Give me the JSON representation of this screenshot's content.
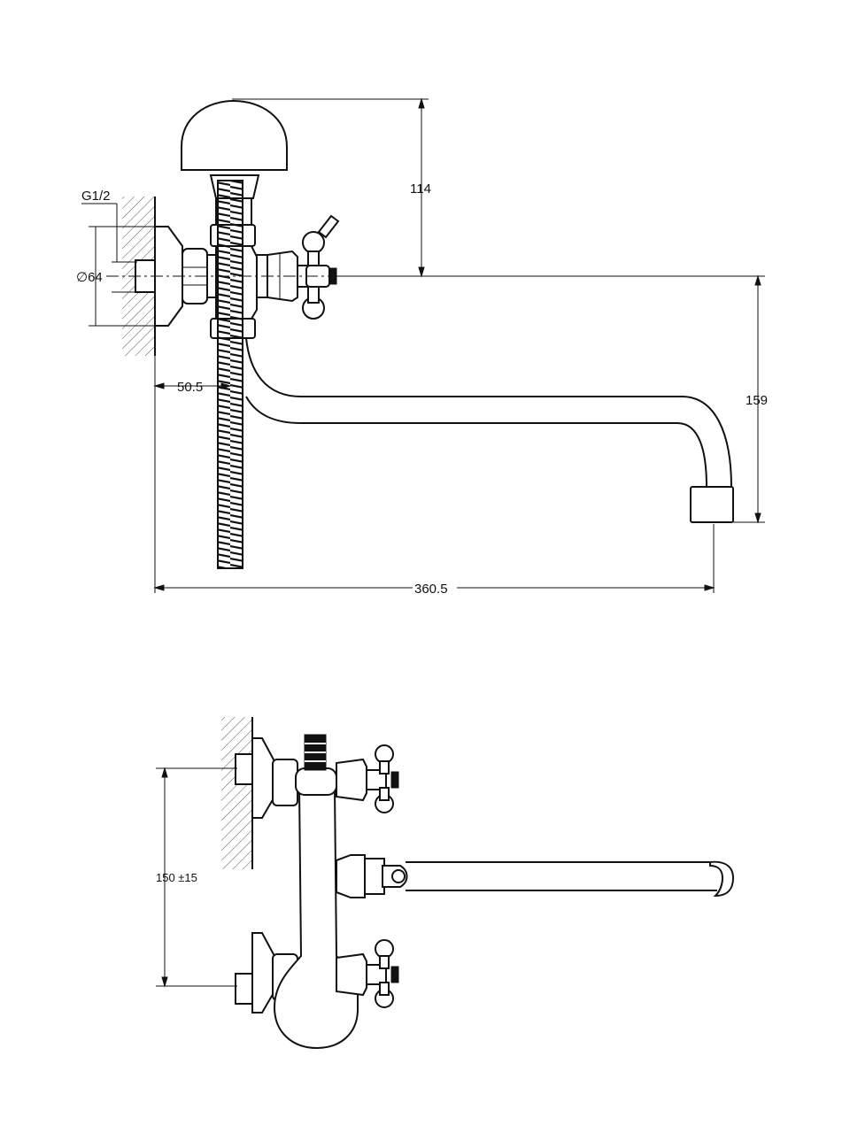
{
  "top_view": {
    "dims": {
      "thread": "G1/2",
      "diameter": "∅64",
      "height_head": "114",
      "offset_wall": "50.5",
      "spout_height": "159",
      "total_length": "360.5"
    }
  },
  "bottom_view": {
    "dims": {
      "center_distance": "150 ±15"
    }
  }
}
